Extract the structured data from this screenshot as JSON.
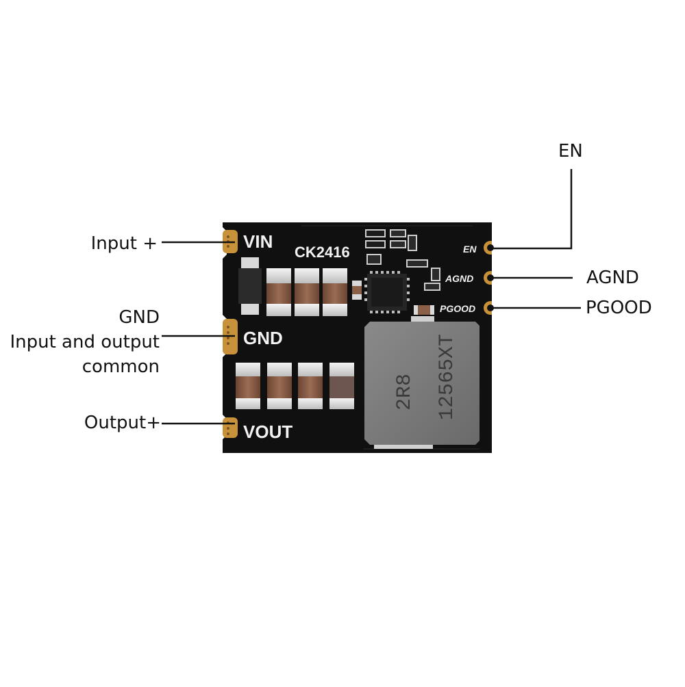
{
  "callouts": {
    "input_plus": "Input +",
    "gnd_title": "GND",
    "gnd_desc_1": "Input and output",
    "gnd_desc_2": "common",
    "output_plus": "Output+",
    "en": "EN",
    "agnd": "AGND",
    "pgood": "PGOOD"
  },
  "board": {
    "model": "CK2416",
    "pins_left": [
      "VIN",
      "GND",
      "VOUT"
    ],
    "pins_right": [
      "EN",
      "AGND",
      "PGOOD"
    ],
    "inductor_line1": "2R8",
    "inductor_line2": "12565XT",
    "board_color": "#101010",
    "pad_color": "#c9923a",
    "capacitor_color": "#8a6048"
  }
}
